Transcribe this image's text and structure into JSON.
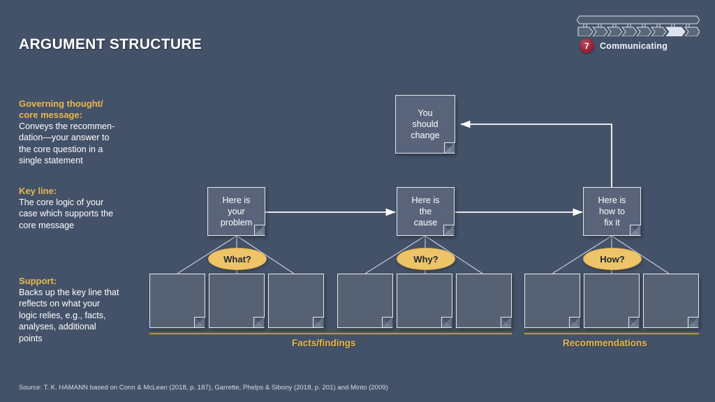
{
  "slide": {
    "title": "ARGUMENT STRUCTURE",
    "background_color": "#445269",
    "accent_gold": "#e8b84b",
    "node_fill": "#59647a",
    "support_fill": "#566274",
    "badge_color": "#9c2138"
  },
  "progress": {
    "total_steps": 8,
    "active_step": 7,
    "badge_number": "7",
    "badge_label": "Communicating"
  },
  "legend": [
    {
      "heading": "Governing thought/\ncore message:",
      "heading_line1": "Governing thought/",
      "heading_line2": "core message:",
      "body": "Conveys the recommen-\ndation—your answer to\nthe core question in a\nsingle statement"
    },
    {
      "heading_line1": "Key line:",
      "heading_line2": "",
      "body": "The core logic of your\ncase which supports the\ncore message"
    },
    {
      "heading_line1": "Support:",
      "heading_line2": "",
      "body": "Backs up the key line that\nreflects on what your\nlogic relies, e.g., facts,\nanalyses, additional\npoints"
    }
  ],
  "diagram": {
    "core_message": {
      "text": "You\nshould\nchange"
    },
    "key_line": [
      {
        "text": "Here is\nyour\nproblem",
        "question": "What?"
      },
      {
        "text": "Here is\nthe\ncause",
        "question": "Why?"
      },
      {
        "text": "Here is\nhow to\nfix it",
        "question": "How?"
      }
    ],
    "support_boxes": [
      {
        "text": ""
      },
      {
        "text": ""
      },
      {
        "text": ""
      },
      {
        "text": ""
      },
      {
        "text": ""
      },
      {
        "text": ""
      },
      {
        "text": ""
      },
      {
        "text": ""
      },
      {
        "text": ""
      }
    ],
    "band_labels": [
      {
        "text": "Facts/findings"
      },
      {
        "text": "Recommendations"
      }
    ]
  },
  "footer": {
    "source": "Source: T. K. HAMANN based on Conn & McLean (2018, p. 187), Garrette, Phelps & Sibony (2018, p. 201) and Minto (2009)"
  }
}
